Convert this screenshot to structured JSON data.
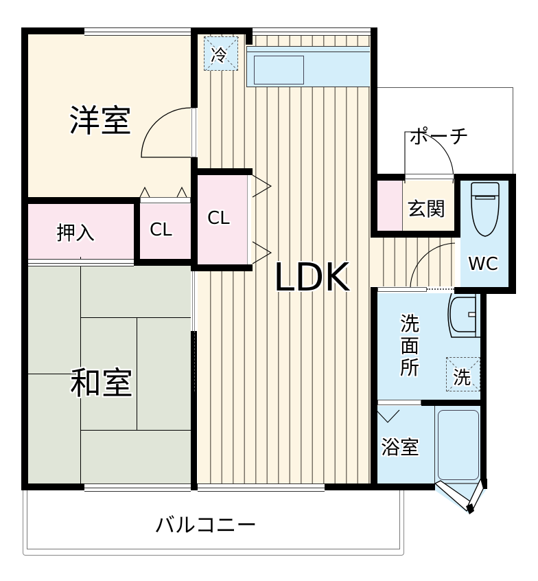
{
  "floorplan": {
    "rooms": {
      "western_room": {
        "label": "洋室"
      },
      "closet_oshiire": {
        "label": "押入"
      },
      "closet_small": {
        "label": "CL"
      },
      "closet_ldk": {
        "label": "CL"
      },
      "japanese_room": {
        "label": "和室"
      },
      "ldk": {
        "label": "LDK"
      },
      "refrigerator": {
        "label": "冷"
      },
      "porch": {
        "label": "ポーチ"
      },
      "entrance": {
        "label": "玄関"
      },
      "wc": {
        "label": "WC"
      },
      "washroom": {
        "label": "洗\n面\n所"
      },
      "washroom_chars": [
        "洗",
        "面",
        "所"
      ],
      "washing_machine": {
        "label": "洗"
      },
      "bathroom": {
        "label": "浴室"
      },
      "balcony": {
        "label": "バルコニー"
      }
    },
    "colors": {
      "wall": "#000000",
      "western_floor": "#fdf5e3",
      "closet": "#fbe6ee",
      "wet_area": "#d4eefa",
      "tatami": "#e0e5d8",
      "flooring_stripe": "#7a7468"
    }
  }
}
